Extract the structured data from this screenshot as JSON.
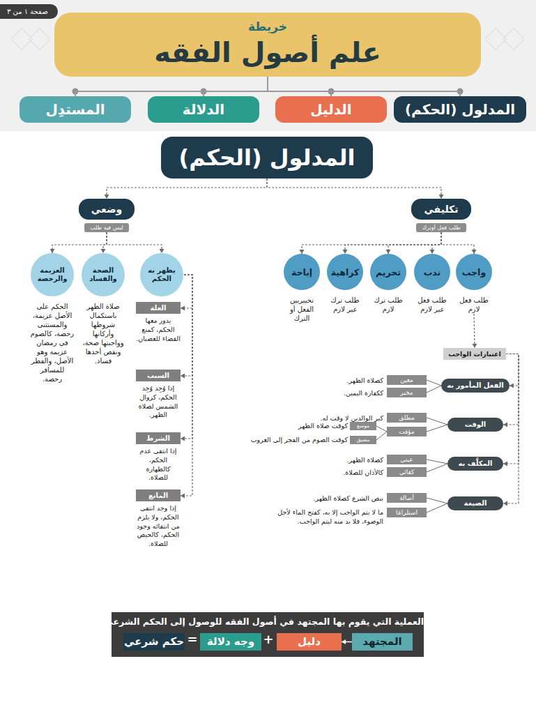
{
  "diagram": {
    "nodes": [
      {
        "text": [
          "صفحة ١ من ٣"
        ]
      },
      {
        "text": [
          "خريطة",
          "علم أصول الفقه"
        ]
      },
      {
        "text": [
          "المدلول (الحكم)"
        ]
      },
      {
        "text": [
          "الدليل"
        ]
      },
      {
        "text": [
          "الدلالة"
        ]
      },
      {
        "text": [
          "المستدِل"
        ]
      },
      {
        "text": [
          "المدلول (الحكم)"
        ]
      },
      {
        "text": [
          "تكليفي",
          "طلب فعل أوترك"
        ]
      },
      {
        "text": [
          "وضعي",
          "ليس فيه طلب"
        ]
      },
      {
        "text": [
          "واجب",
          "طلب فعل لازم"
        ]
      },
      {
        "text": [
          "ندب",
          "طلب فعل غير لازم"
        ]
      },
      {
        "text": [
          "تحريم",
          "طلب ترك لازم"
        ]
      },
      {
        "text": [
          "كراهية",
          "طلب ترك غير لازم"
        ]
      },
      {
        "text": [
          "إباحة",
          "تخييربين الفعل أو الترك"
        ]
      },
      {
        "text": [
          "يظهر به الحكم"
        ]
      },
      {
        "text": [
          "الصحة والفساد",
          "صلاة الظهر باستكمال شروطها وأركانها وواجبتها صحة، ونقص أحدها فساد."
        ]
      },
      {
        "text": [
          "العزيمة والرخصة",
          "الحكم على الأصل عزيمة، والمستثنى رخصة، كالصوم في رمضان عزيمة وهو الأصل، والفطر للمسافر رخصة."
        ]
      },
      {
        "text": [
          "العلة",
          "يدور معها الحكم، كمنع القضاء للغضبان."
        ]
      },
      {
        "text": [
          "السبب",
          "إذا وُجِد وُجِد الحكم، كزوال الشمس لصلاة الظهر."
        ]
      },
      {
        "text": [
          "الشرط",
          "إذا انتفى عدم الحكم، كالطهارة للصلاة."
        ]
      },
      {
        "text": [
          "المانع",
          "إذا وجد انتفى الحكم، ولا يلزم من انتفائه وجود الحكم، كالحيض للصلاة."
        ]
      },
      {
        "text": [
          "اعتبارات الواجب"
        ]
      },
      {
        "text": [
          "الفعل المأمور به"
        ]
      },
      {
        "text": [
          "معين"
        ]
      },
      {
        "text": [
          "مخير"
        ]
      },
      {
        "text": [
          "الوقت"
        ]
      },
      {
        "text": [
          "مطلق"
        ]
      },
      {
        "text": [
          "مؤقت"
        ]
      },
      {
        "text": [
          "موسع"
        ]
      },
      {
        "text": [
          "مضيق"
        ]
      },
      {
        "text": [
          "المكلَّف به"
        ]
      },
      {
        "text": [
          "عيني"
        ]
      },
      {
        "text": [
          "كفائي"
        ]
      },
      {
        "text": [
          "الصيغة"
        ]
      },
      {
        "text": [
          "أصالة"
        ]
      },
      {
        "text": [
          "استلزامًا"
        ]
      },
      {
        "text": [
          "العملية التي يقوم بها المجتهد في أصول الفقه للوصول إلى الحكم الشرعي"
        ]
      },
      {
        "text": [
          "المجتهد"
        ],
        "in": 36
      },
      {
        "text": [
          "دليل"
        ],
        "in": 36
      },
      {
        "text": [
          "وجه دلالة"
        ],
        "in": 36
      },
      {
        "text": [
          "حكم شرعي"
        ],
        "in": 36
      }
    ],
    "edges": [
      {
        "from": 1,
        "to": 2,
        "arrow": "none"
      },
      {
        "from": 1,
        "to": 3,
        "arrow": "none"
      },
      {
        "from": 1,
        "to": 4,
        "arrow": "none"
      },
      {
        "from": 1,
        "to": 5,
        "arrow": "none"
      },
      {
        "from": 6,
        "to": 7,
        "arrow": "to"
      },
      {
        "from": 6,
        "to": 8,
        "arrow": "to"
      },
      {
        "from": 7,
        "to": 9,
        "arrow": "to"
      },
      {
        "from": 7,
        "to": 10,
        "arrow": "to"
      },
      {
        "from": 7,
        "to": 11,
        "arrow": "to"
      },
      {
        "from": 7,
        "to": 12,
        "arrow": "to"
      },
      {
        "from": 7,
        "to": 13,
        "arrow": "to"
      },
      {
        "from": 8,
        "to": 14,
        "arrow": "to"
      },
      {
        "from": 8,
        "to": 15,
        "arrow": "to"
      },
      {
        "from": 8,
        "to": 16,
        "arrow": "to"
      },
      {
        "from": 9,
        "to": 21,
        "arrow": "to"
      },
      {
        "from": 21,
        "to": 22,
        "arrow": "to"
      },
      {
        "from": 21,
        "to": 25,
        "arrow": "to"
      },
      {
        "from": 21,
        "to": 30,
        "arrow": "to"
      },
      {
        "from": 21,
        "to": 33,
        "arrow": "to"
      },
      {
        "from": 22,
        "to": 23,
        "arrow": "none"
      },
      {
        "from": 22,
        "to": 24,
        "arrow": "none"
      },
      {
        "from": 25,
        "to": 26,
        "arrow": "none"
      },
      {
        "from": 25,
        "to": 27,
        "arrow": "none"
      },
      {
        "from": 27,
        "to": 28,
        "arrow": "none"
      },
      {
        "from": 27,
        "to": 29,
        "arrow": "none"
      },
      {
        "from": 30,
        "to": 31,
        "arrow": "none"
      },
      {
        "from": 30,
        "to": 32,
        "arrow": "none"
      },
      {
        "from": 33,
        "to": 34,
        "arrow": "none"
      },
      {
        "from": 33,
        "to": 35,
        "arrow": "none"
      },
      {
        "from": 14,
        "to": 17,
        "arrow": "to"
      },
      {
        "from": 14,
        "to": 18,
        "arrow": "to"
      },
      {
        "from": 14,
        "to": 19,
        "arrow": "to"
      },
      {
        "from": 14,
        "to": 20,
        "arrow": "to"
      },
      {
        "from": 37,
        "to": 38,
        "arrow": "to"
      }
    ],
    "labels": [
      "كصلاة الظهر.",
      "ككفارة اليمين.",
      "كبر الوالدين لا وقت له.",
      "كوقت صلاة الظهر",
      "كوقت الصوم من الفجر إلى الغروب",
      "كصلاة الظهر.",
      "كالأذان للصلاة.",
      "بنص الشرع كصلاة الظهر.",
      "ما لا يتم الواجب إلا به، كفتح الماء لأجل الوضوء، فلا بد منه ليتم الواجب.",
      "+",
      "="
    ]
  }
}
